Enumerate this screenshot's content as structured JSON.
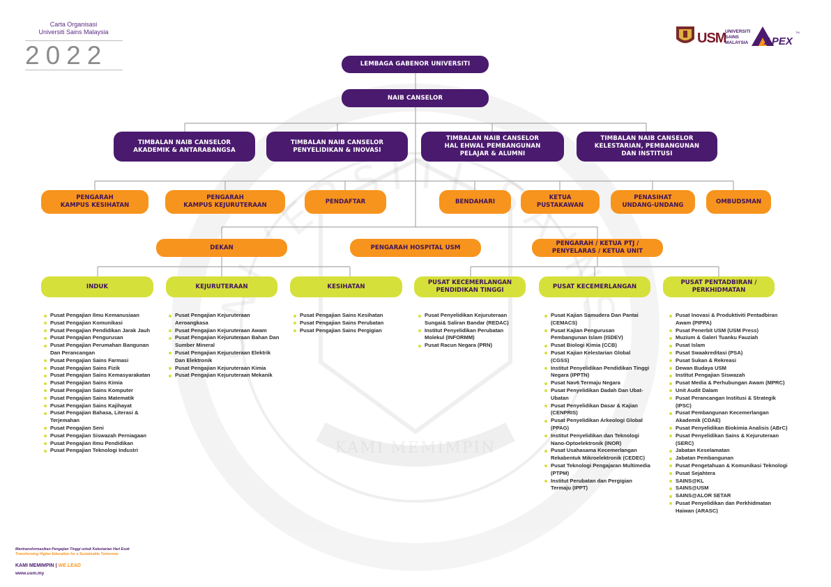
{
  "header": {
    "subtitle_line1": "Carta Organisasi",
    "subtitle_line2": "Universiti Sains Malaysia",
    "year": "2022"
  },
  "logos": {
    "usm_text": "USM",
    "usm_lines": [
      "UNIVERSITI",
      "SAINS",
      "MALAYSIA"
    ],
    "apex_text": "APEX",
    "tm": "TM"
  },
  "watermark": {
    "ring_text": "UNIVERSITI SAINS MALAYSIA",
    "banner": "KAMI MEMIMPIN"
  },
  "level1": [
    "LEMBAGA GABENOR UNIVERSITI"
  ],
  "level2": [
    "NAIB CANSELOR"
  ],
  "deputies": [
    "TIMBALAN NAIB CANSELOR\nAKADEMIK & ANTARABANGSA",
    "TIMBALAN NAIB CANSELOR\nPENYELIDIKAN & INOVASI",
    "TIMBALAN NAIB CANSELOR\nHAL EHWAL PEMBANGUNAN\nPELAJAR & ALUMNI",
    "TIMBALAN NAIB CANSELOR\nKELESTARIAN, PEMBANGUNAN\nDAN INSTITUSI"
  ],
  "officers": [
    "PENGARAH\nKAMPUS KESIHATAN",
    "PENGARAH\nKAMPUS KEJURUTERAAN",
    "PENDAFTAR",
    "BENDAHARI",
    "KETUA\nPUSTAKAWAN",
    "PENASIHAT\nUNDANG-UNDANG",
    "OMBUDSMAN"
  ],
  "heads": [
    "DEKAN",
    "PENGARAH HOSPITAL USM",
    "PENGARAH / KETUA PTJ /\nPENYELARAS / KETUA UNIT"
  ],
  "categories": [
    "INDUK",
    "KEJURUTERAAN",
    "KESIHATAN",
    "PUSAT KECEMERLANGAN\nPENDIDIKAN TINGGI",
    "PUSAT KECEMERLANGAN",
    "PUSAT PENTADBIRAN /\nPERKHIDMATAN"
  ],
  "lists": [
    [
      "Pusat Pengajian Ilmu Kemanusiaan",
      "Pusat Pengajian Komunikasi",
      "Pusat Pengajian Pendidikan Jarak Jauh",
      "Pusat Pengajian Pengurusan",
      "Pusat Pengajian Perumahan Bangunan Dan Perancangan",
      "Pusat Pengajian Sains Farmasi",
      "Pusat Pengajian Sains Fizik",
      "Pusat Pengajian Sains Kemasyarakatan",
      "Pusat Pengajian Sains Kimia",
      "Pusat Pengajian Sains Komputer",
      "Pusat Pengajian Sains Matematik",
      "Pusat Pengajian Sains Kajihayat",
      "Pusat Pengajian Bahasa, Literasi & Terjemahan",
      "Pusat Pengajian Seni",
      "Pusat Pengajian Siswazah Perniagaan",
      "Pusat Pengajian Ilmu Pendidikan",
      "Pusat Pengajian Teknologi Industri"
    ],
    [
      "Pusat Pengajian Kejuruteraan Aeroangkasa",
      "Pusat Pengajian Kejuruteraan Awam",
      "Pusat Pengajian Kejuruteraan Bahan Dan  Sumber Mineral",
      "Pusat Pengajian Kejuruteraan Elektrik Dan Elektronik",
      "Pusat Pengajian Kejuruteraan Kimia",
      "Pusat Pengajian Kejuruteraan Mekanik"
    ],
    [
      "Pusat Pengajian Sains Kesihatan",
      "Pusat Pengajian Sains Perubatan",
      "Pusat Pengajian Sains Pergigian"
    ],
    [
      "Pusat Penyelidikan Kejuruteraan Sungai& Saliran Bandar (REDAC)",
      "Institut Penyelidikan Perubatan Molekul (INFORMM)",
      "Pusat Racun Negara (PRN)"
    ],
    [
      "Pusat Kajian Samudera Dan Pantai (CEMACS)",
      "Pusat Kajian Pengurusan Pembangunan Islam (ISDEV)",
      "Pusat Biologi Kimia (CCB)",
      "Pusat Kajian Kelestarian Global (CGSS)",
      "Institut Penyelidikan Pendidikan Tinggi Negara (IPPTN)",
      "Pusat Nav6 Termaju Negara",
      "Pusat Penyelidikan Dadah Dan Ubat-Ubatan",
      "Pusat Penyelidikan Dasar & Kajian (CENPRIS)",
      "Pusat Penyelidikan Arkeologi Global (PPAG)",
      "Institut Penyelidikan dan Teknologi Nano-Optoelektronik (INOR)",
      "Pusat Usahasama Kecemerlangan Rekabentuk Mikroelektronik (CEDEC)",
      "Pusat Teknologi Pengajaran Multimedia (PTPM)",
      "Institut Perubatan dan Pergigian Termaju (IPPT)"
    ],
    [
      "Pusat Inovasi & Produktiviti Pentadbiran Awam (PIPPA)",
      "Pusat Penerbit USM (USM Press)",
      "Muzium & Galeri Tuanku Fauziah",
      "Pusat Islam",
      "Pusat Swaakreditasi (PSA)",
      "Pusat Sukan & Rekreasi",
      "Dewan Budaya USM",
      "Institut Pengajian Siswazah",
      "Pusat Media & Perhubungan Awam (MPRC)",
      "Unit Audit Dalam",
      "Pusat Perancangan Institusi & Strategik (IPSC)",
      "Pusat Pembangunan Kecemerlangan Akademik (CDAE)",
      "Pusat Penyelidikan Biokimia Analisis (ABrC)",
      "Pusat Penyelidikan Sains & Kejuruteraan (SERC)",
      "Jabatan Keselamatan",
      "Jabatan Pembangunan",
      "Pusat Pengetahuan & Komunikasi Teknologi",
      "Pusat Sejahtera",
      "SAINS@KL",
      "SAINS@USM",
      "SAINS@ALOR SETAR",
      "Pusat Penyelidikan dan Perkhidmatan Haiwan (ARASC)"
    ]
  ],
  "footer": {
    "tagline_ms": "Mentransformasikan Pengajian Tinggi untuk Kelestarian Hari Esok",
    "tagline_en": "Transforming Higher Education for a Sustainable Tomorrow",
    "motto_ms": "KAMI MEMIMPIN",
    "separator": "|",
    "motto_en": "WE LEAD",
    "url": "www.usm.my"
  },
  "colors": {
    "purple": "#4a1a6e",
    "orange": "#f7941d",
    "lime": "#d6e03a",
    "line": "#a9a9a9"
  }
}
